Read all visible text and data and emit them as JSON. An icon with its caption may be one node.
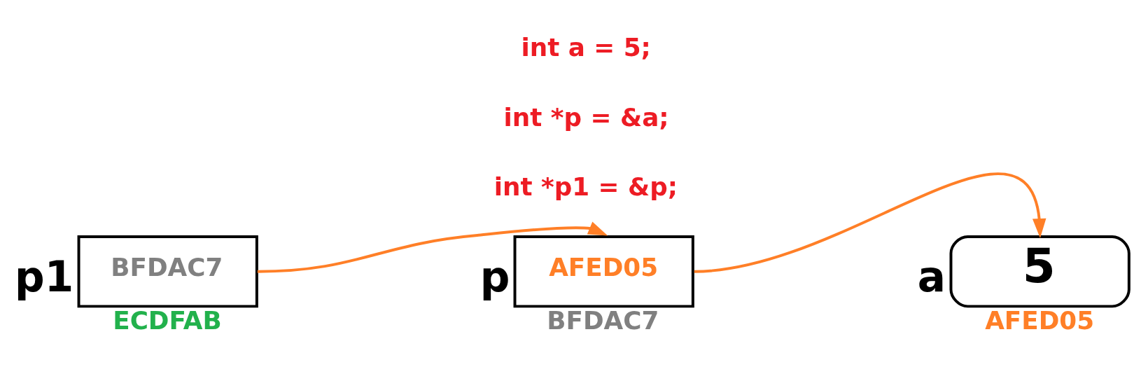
{
  "diagram": {
    "nodes": [
      {
        "text": [
          "BFDAC7"
        ],
        "beside": [
          "p1",
          "ECDFAB"
        ]
      },
      {
        "text": [
          "AFED05"
        ],
        "beside": [
          "p",
          "BFDAC7"
        ]
      },
      {
        "text": [
          "5"
        ],
        "beside": [
          "a",
          "AFED05"
        ]
      }
    ],
    "edges": [
      {
        "from": 0,
        "to": 1,
        "arrow": "to"
      },
      {
        "from": 1,
        "to": 2,
        "arrow": "to"
      }
    ],
    "labels": [
      "int a = 5;",
      "int *p = &a;",
      "int *p1 = &p;"
    ]
  }
}
